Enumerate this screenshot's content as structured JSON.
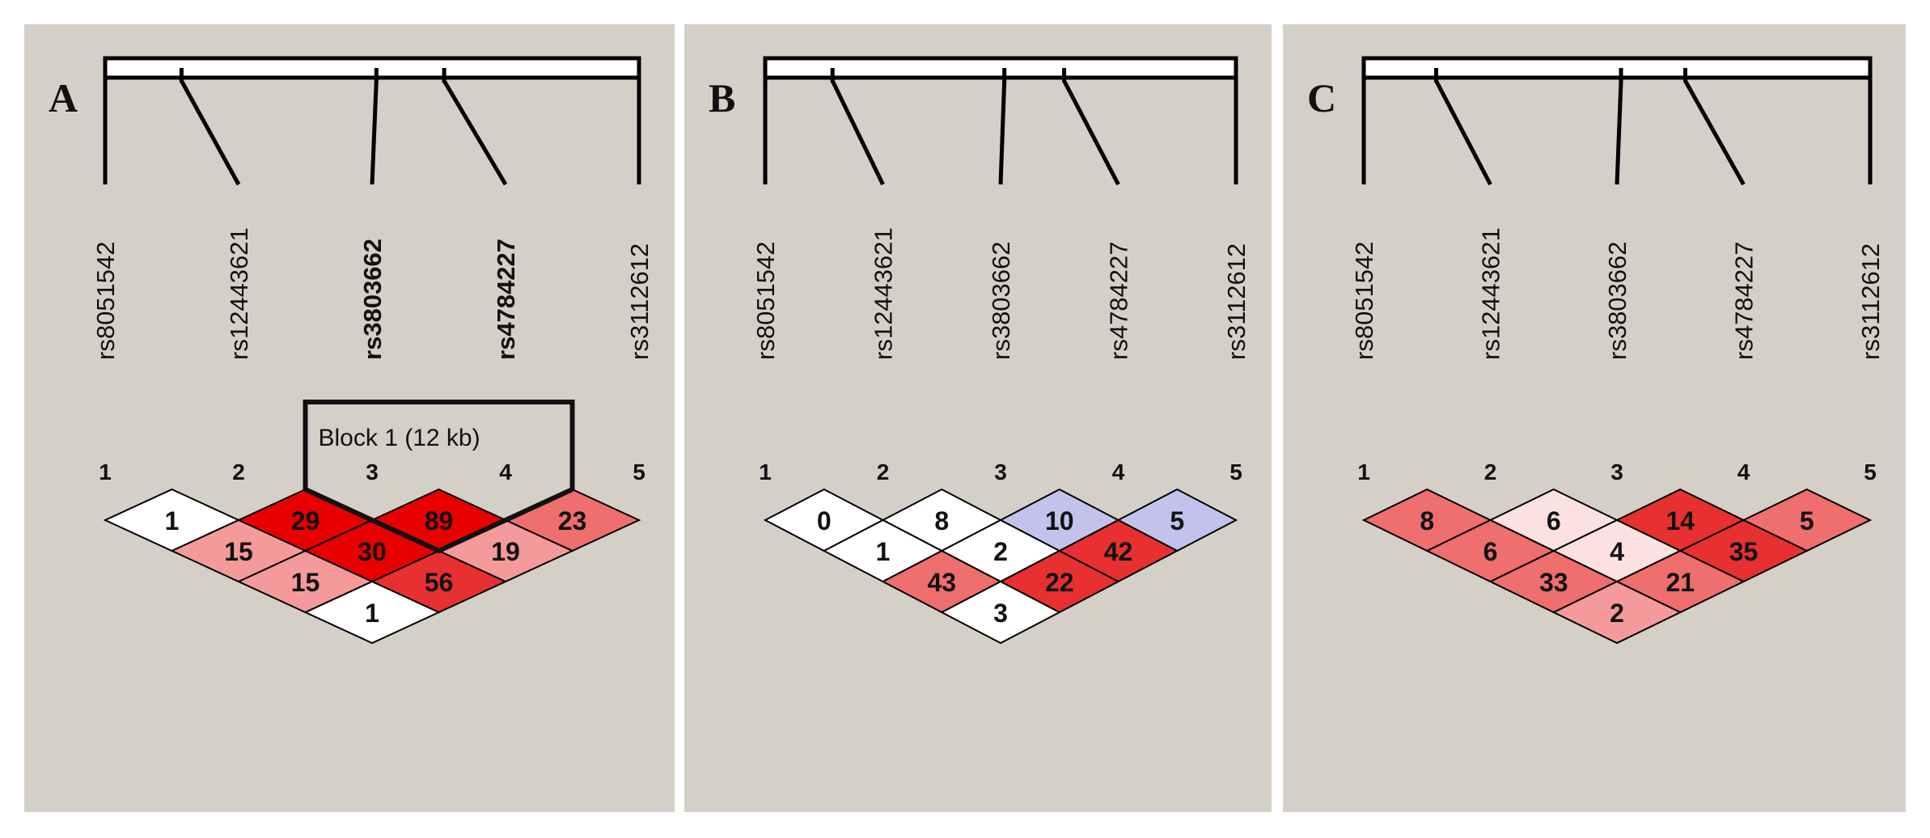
{
  "colors": {
    "background": "#ffffff",
    "panel": "#d4d0c8",
    "ld_white": "#ffffff",
    "ld_pale_pink": "#fde0e0",
    "ld_light_pink": "#f59a9a",
    "ld_medium_pink": "#ef6e6e",
    "ld_red": "#e83030",
    "ld_strong_red": "#e80000",
    "ld_blue": "#c2c2ec"
  },
  "panels": [
    {
      "letter": "A",
      "snps": [
        {
          "index": "1",
          "name": "rs8051542",
          "bold": false
        },
        {
          "index": "2",
          "name": "rs12443621",
          "bold": false
        },
        {
          "index": "3",
          "name": "rs3803662",
          "bold": true
        },
        {
          "index": "4",
          "name": "rs4784227",
          "bold": true
        },
        {
          "index": "5",
          "name": "rs3112612",
          "bold": false
        }
      ],
      "block_label": "Block 1 (12 kb)",
      "block_from": 3,
      "block_to": 4,
      "cells": [
        {
          "i": 1,
          "j": 2,
          "value": "1",
          "color": "#ffffff"
        },
        {
          "i": 2,
          "j": 3,
          "value": "29",
          "color": "#e80000"
        },
        {
          "i": 3,
          "j": 4,
          "value": "89",
          "color": "#e80000"
        },
        {
          "i": 4,
          "j": 5,
          "value": "23",
          "color": "#ef6e6e"
        },
        {
          "i": 1,
          "j": 3,
          "value": "15",
          "color": "#f59a9a"
        },
        {
          "i": 2,
          "j": 4,
          "value": "30",
          "color": "#e80000"
        },
        {
          "i": 3,
          "j": 5,
          "value": "19",
          "color": "#f59a9a"
        },
        {
          "i": 1,
          "j": 4,
          "value": "15",
          "color": "#f59a9a"
        },
        {
          "i": 2,
          "j": 5,
          "value": "56",
          "color": "#e83030"
        },
        {
          "i": 1,
          "j": 5,
          "value": "1",
          "color": "#ffffff"
        }
      ]
    },
    {
      "letter": "B",
      "snps": [
        {
          "index": "1",
          "name": "rs8051542",
          "bold": false
        },
        {
          "index": "2",
          "name": "rs12443621",
          "bold": false
        },
        {
          "index": "3",
          "name": "rs3803662",
          "bold": false
        },
        {
          "index": "4",
          "name": "rs4784227",
          "bold": false
        },
        {
          "index": "5",
          "name": "rs3112612",
          "bold": false
        }
      ],
      "block_label": "",
      "cells": [
        {
          "i": 1,
          "j": 2,
          "value": "0",
          "color": "#ffffff"
        },
        {
          "i": 2,
          "j": 3,
          "value": "8",
          "color": "#ffffff"
        },
        {
          "i": 3,
          "j": 4,
          "value": "10",
          "color": "#c2c2ec"
        },
        {
          "i": 4,
          "j": 5,
          "value": "5",
          "color": "#c2c2ec"
        },
        {
          "i": 1,
          "j": 3,
          "value": "1",
          "color": "#ffffff"
        },
        {
          "i": 2,
          "j": 4,
          "value": "2",
          "color": "#ffffff"
        },
        {
          "i": 3,
          "j": 5,
          "value": "42",
          "color": "#e83030"
        },
        {
          "i": 1,
          "j": 4,
          "value": "43",
          "color": "#ef6e6e"
        },
        {
          "i": 2,
          "j": 5,
          "value": "22",
          "color": "#e83030"
        },
        {
          "i": 1,
          "j": 5,
          "value": "3",
          "color": "#ffffff"
        }
      ]
    },
    {
      "letter": "C",
      "snps": [
        {
          "index": "1",
          "name": "rs8051542",
          "bold": false
        },
        {
          "index": "2",
          "name": "rs12443621",
          "bold": false
        },
        {
          "index": "3",
          "name": "rs3803662",
          "bold": false
        },
        {
          "index": "4",
          "name": "rs4784227",
          "bold": false
        },
        {
          "index": "5",
          "name": "rs3112612",
          "bold": false
        }
      ],
      "block_label": "",
      "cells": [
        {
          "i": 1,
          "j": 2,
          "value": "8",
          "color": "#ef6e6e"
        },
        {
          "i": 2,
          "j": 3,
          "value": "6",
          "color": "#fde0e0"
        },
        {
          "i": 3,
          "j": 4,
          "value": "14",
          "color": "#e83030"
        },
        {
          "i": 4,
          "j": 5,
          "value": "5",
          "color": "#ef6e6e"
        },
        {
          "i": 1,
          "j": 3,
          "value": "6",
          "color": "#ef6e6e"
        },
        {
          "i": 2,
          "j": 4,
          "value": "4",
          "color": "#fde0e0"
        },
        {
          "i": 3,
          "j": 5,
          "value": "35",
          "color": "#e83030"
        },
        {
          "i": 1,
          "j": 4,
          "value": "33",
          "color": "#ef6e6e"
        },
        {
          "i": 2,
          "j": 5,
          "value": "21",
          "color": "#ef6e6e"
        },
        {
          "i": 1,
          "j": 5,
          "value": "2",
          "color": "#f59a9a"
        }
      ]
    }
  ]
}
